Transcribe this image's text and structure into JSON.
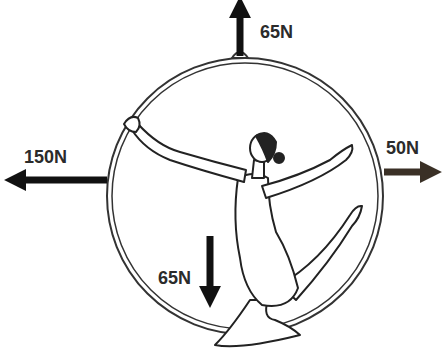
{
  "diagram": {
    "labels": [
      "65N",
      "150N",
      "50N",
      "65N"
    ]
  }
}
